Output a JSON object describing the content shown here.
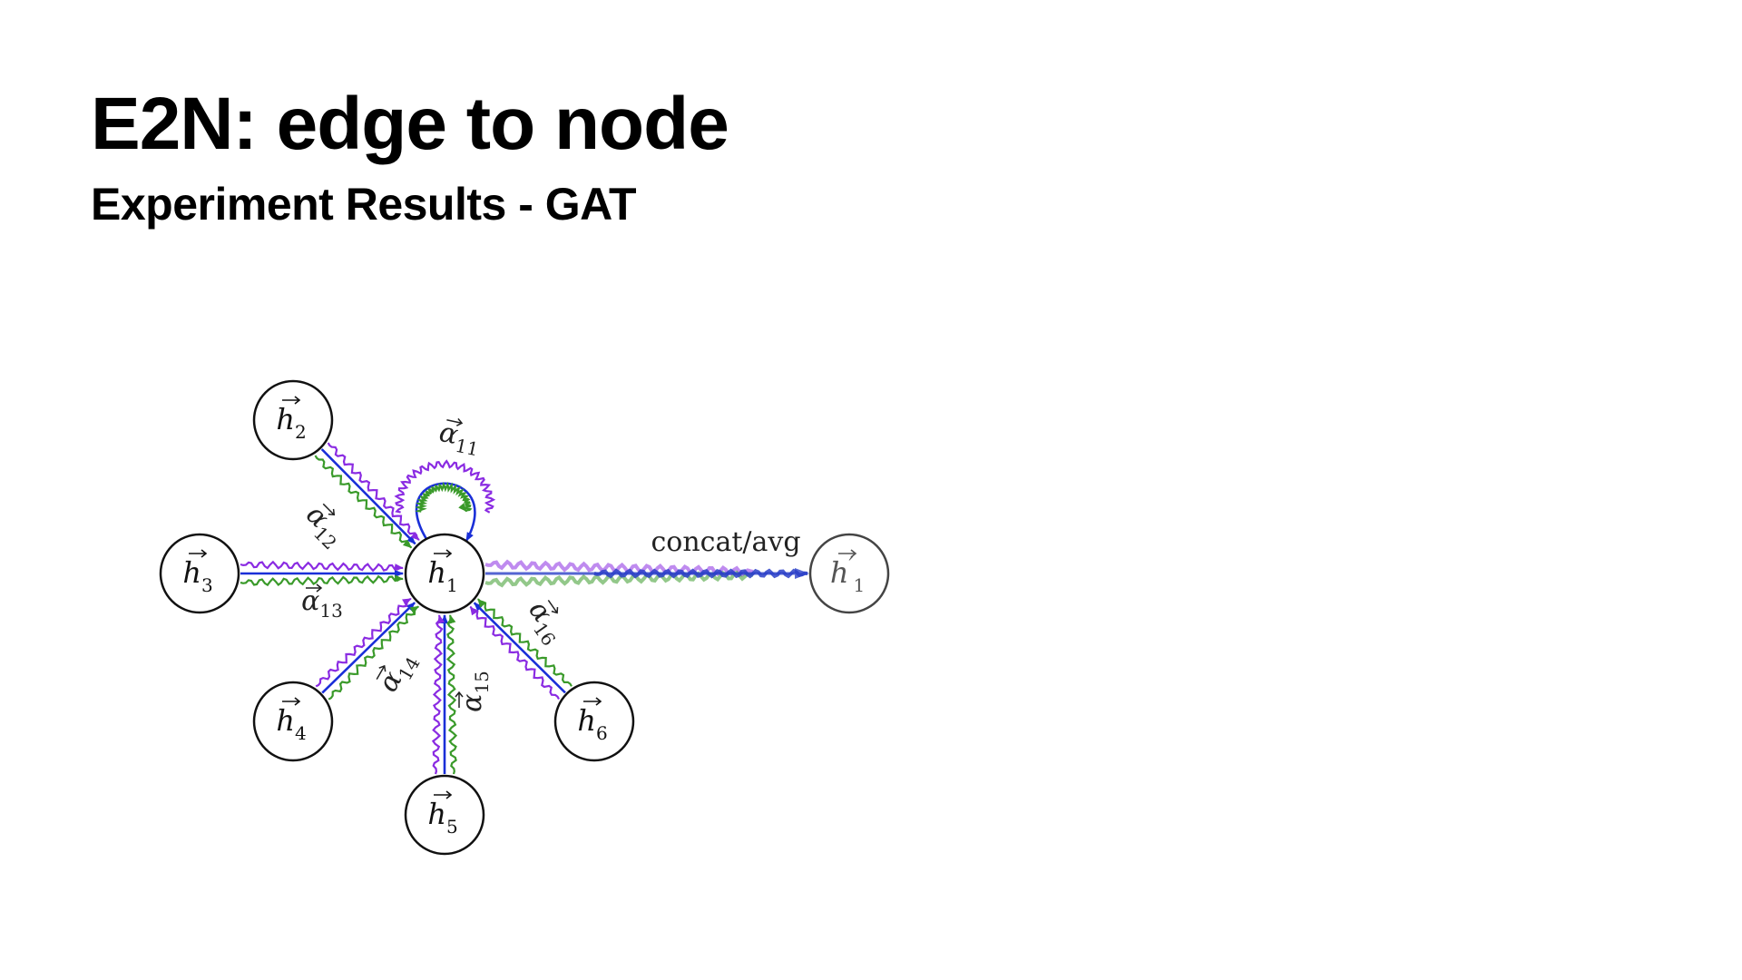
{
  "slide": {
    "title": "E2N: edge to node",
    "subtitle": "Experiment Results - GAT"
  },
  "diagram": {
    "nodes": [
      {
        "id": "h1",
        "sym": "h",
        "sub": "1",
        "prime": ""
      },
      {
        "id": "h2",
        "sym": "h",
        "sub": "2",
        "prime": ""
      },
      {
        "id": "h3",
        "sym": "h",
        "sub": "3",
        "prime": ""
      },
      {
        "id": "h4",
        "sym": "h",
        "sub": "4",
        "prime": ""
      },
      {
        "id": "h5",
        "sym": "h",
        "sub": "5",
        "prime": ""
      },
      {
        "id": "h6",
        "sym": "h",
        "sub": "6",
        "prime": ""
      },
      {
        "id": "h1out",
        "sym": "h",
        "sub": "1",
        "prime": "′"
      }
    ],
    "attention_labels": [
      {
        "id": "a11",
        "sym": "α",
        "sub": "11"
      },
      {
        "id": "a12",
        "sym": "α",
        "sub": "12"
      },
      {
        "id": "a13",
        "sym": "α",
        "sub": "13"
      },
      {
        "id": "a14",
        "sym": "α",
        "sub": "14"
      },
      {
        "id": "a15",
        "sym": "α",
        "sub": "15"
      },
      {
        "id": "a16",
        "sym": "α",
        "sub": "16"
      }
    ],
    "aggregation_label": "concat/avg",
    "head_colors": {
      "head1": "#1a2fd8",
      "head2": "#8a2be2",
      "head3": "#3a9a2a"
    }
  }
}
